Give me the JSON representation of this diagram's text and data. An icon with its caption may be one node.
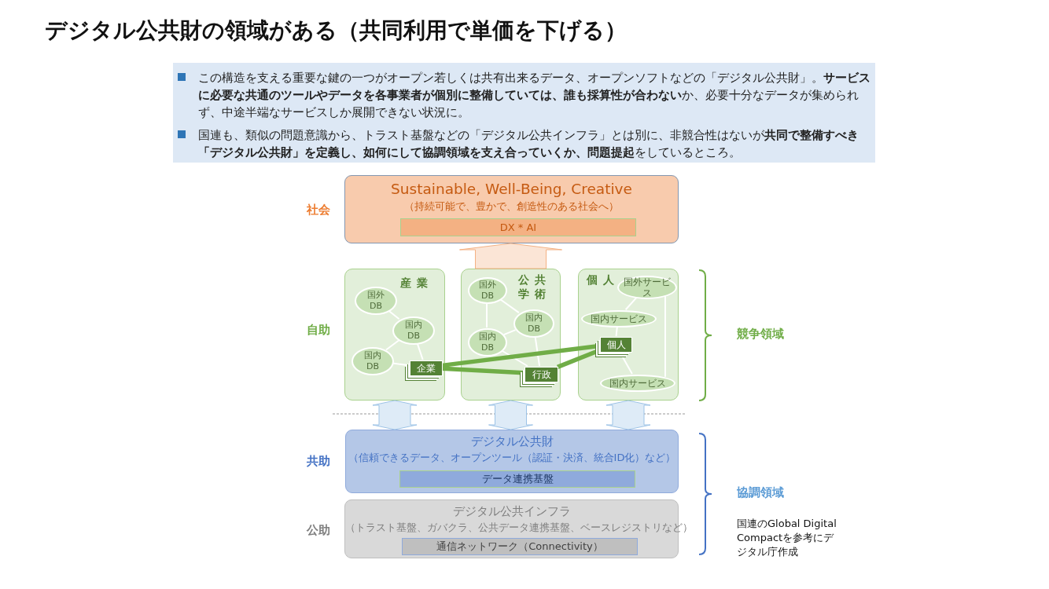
{
  "diagram": {
    "title": "デジタル公共財の領域がある（共同利用で単価を下げる）",
    "nodes": [
      {
        "text": [
          "Sustainable, Well-Being, Creative",
          "（持続可能で、豊かで、創造性のある社会へ）"
        ]
      },
      {
        "text": [
          "DX * AI"
        ],
        "in": 0
      },
      {
        "text": [
          "産業"
        ]
      },
      {
        "text": [
          "国外DB"
        ],
        "in": 2
      },
      {
        "text": [
          "国内DB"
        ],
        "in": 2
      },
      {
        "text": [
          "国内DB"
        ],
        "in": 2
      },
      {
        "text": [
          "企業"
        ],
        "in": 2
      },
      {
        "text": [
          "公共学術"
        ]
      },
      {
        "text": [
          "国外DB"
        ],
        "in": 7
      },
      {
        "text": [
          "国内DB"
        ],
        "in": 7
      },
      {
        "text": [
          "国内DB"
        ],
        "in": 7
      },
      {
        "text": [
          "行政"
        ],
        "in": 7
      },
      {
        "text": [
          "個人"
        ]
      },
      {
        "text": [
          "国外サービス"
        ],
        "in": 12
      },
      {
        "text": [
          "国内サービス"
        ],
        "in": 12
      },
      {
        "text": [
          "個人"
        ],
        "in": 12
      },
      {
        "text": [
          "国内サービス"
        ],
        "in": 12
      },
      {
        "text": [
          "デジタル公共財",
          "（信頼できるデータ、オープンツール（認証・決済、統合ID化）など）"
        ]
      },
      {
        "text": [
          "データ連携基盤"
        ],
        "in": 17
      },
      {
        "text": [
          "デジタル公共インフラ",
          "（トラスト基盤、ガバクラ、公共データ連携基盤、ベースレジストリなど）"
        ]
      },
      {
        "text": [
          "通信ネットワーク（Connectivity）"
        ],
        "in": 19
      }
    ],
    "edges": [
      {
        "from": 3,
        "to": 4,
        "arrow": "none"
      },
      {
        "from": 4,
        "to": 5,
        "arrow": "none"
      },
      {
        "from": 4,
        "to": 6,
        "arrow": "none"
      },
      {
        "from": 5,
        "to": 6,
        "arrow": "none"
      },
      {
        "from": 8,
        "to": 9,
        "arrow": "none"
      },
      {
        "from": 8,
        "to": 10,
        "arrow": "none"
      },
      {
        "from": 10,
        "to": 9,
        "arrow": "none"
      },
      {
        "from": 9,
        "to": 11,
        "arrow": "none"
      },
      {
        "from": 10,
        "to": 11,
        "arrow": "none"
      },
      {
        "from": 13,
        "to": 14,
        "arrow": "none"
      },
      {
        "from": 14,
        "to": 15,
        "arrow": "none"
      },
      {
        "from": 15,
        "to": 16,
        "arrow": "none"
      },
      {
        "from": 13,
        "to": 16,
        "arrow": "none"
      },
      {
        "from": 6,
        "to": 15,
        "arrow": "none",
        "style": "thick",
        "color": "#70ad47"
      },
      {
        "from": 6,
        "to": 11,
        "arrow": "none",
        "style": "thick",
        "color": "#70ad47"
      },
      {
        "from": 11,
        "to": 15,
        "arrow": "none",
        "style": "thick",
        "color": "#70ad47"
      },
      {
        "from": 7,
        "to": 0,
        "arrow": "to"
      },
      {
        "from": 2,
        "to": 17,
        "arrow": "both"
      },
      {
        "from": 7,
        "to": 17,
        "arrow": "both"
      },
      {
        "from": 12,
        "to": 17,
        "arrow": "both"
      }
    ],
    "labels": [
      "この構造を支える重要な鍵の一つがオープン若しくは共有出来るデータ、オープンソフトなどの「デジタル公共財」。**サービスに必要な共通のツールやデータを各事業者が個別に整備していては、誰も採算性が合わない**か、必要十分なデータが集められず、中途半端なサービスしか展開できない状況に。",
      "国連も、類似の問題意識から、トラスト基盤などの「デジタル公共インフラ」とは別に、非競合性はないが**共同で整備すべき「デジタル公共財」を定義し、如何にして協調領域を支え合っていくか、問題提起**をしているところ。",
      "社会",
      "自助",
      "共助",
      "公助",
      "競争領域",
      "協調領域",
      "国連のGlobal Digital Compactを参考にデジタル庁作成"
    ]
  }
}
